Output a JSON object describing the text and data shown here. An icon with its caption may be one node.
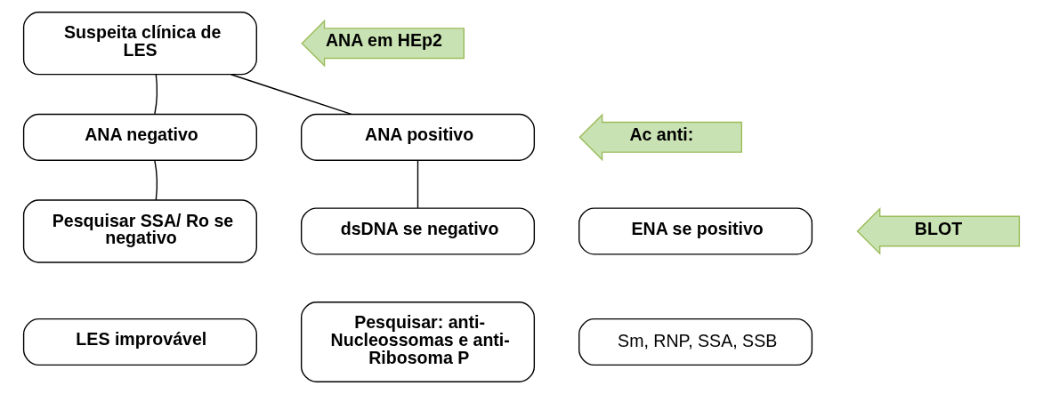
{
  "diagram": {
    "nodes": [
      {
        "text": [
          "Suspeita clínica de LES"
        ]
      },
      {
        "text": [
          "ANA em HEp2"
        ]
      },
      {
        "text": [
          "ANA negativo"
        ]
      },
      {
        "text": [
          "ANA positivo"
        ]
      },
      {
        "text": [
          "Ac anti:"
        ]
      },
      {
        "text": [
          "Pesquisar SSA/ Ro se negativo"
        ]
      },
      {
        "text": [
          "dsDNA se negativo"
        ]
      },
      {
        "text": [
          "ENA se positivo"
        ]
      },
      {
        "text": [
          "BLOT"
        ]
      },
      {
        "text": [
          "LES improvável"
        ]
      },
      {
        "text": [
          "Pesquisar: anti-Nucleossomas e anti-Ribosoma P"
        ]
      },
      {
        "text": [
          "Sm, RNP, SSA, SSB"
        ]
      }
    ],
    "edges": [
      {
        "from": 0,
        "to": 2,
        "arrow": "none"
      },
      {
        "from": 0,
        "to": 3,
        "arrow": "none"
      },
      {
        "from": 2,
        "to": 5,
        "arrow": "none"
      },
      {
        "from": 3,
        "to": 6,
        "arrow": "none"
      }
    ]
  }
}
